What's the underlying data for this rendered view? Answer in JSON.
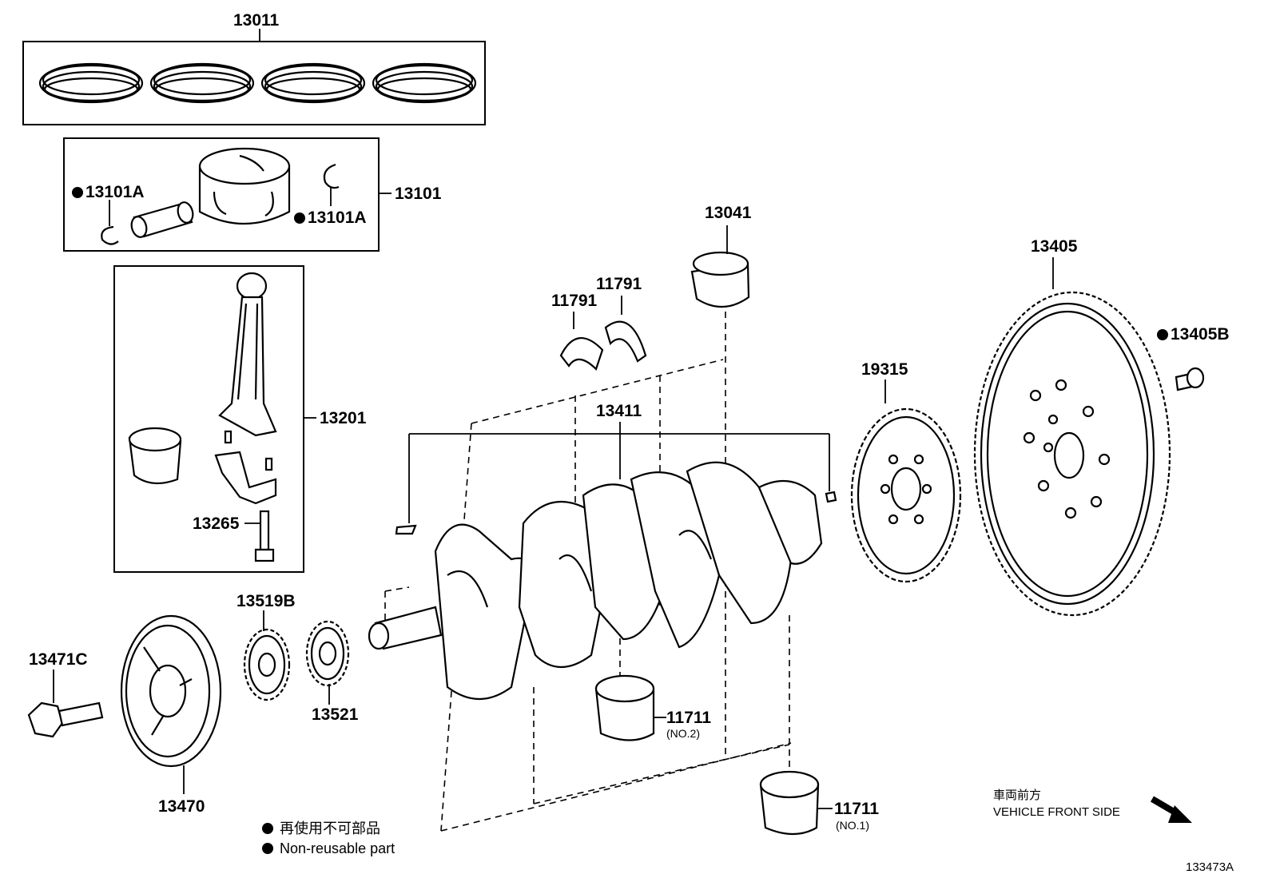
{
  "parts": {
    "piston_ring_set": "13011",
    "piston_sub_assy": "13101",
    "piston_pin_hole_snap_ring_left": "13101A",
    "piston_pin_hole_snap_ring_right": "13101A",
    "connecting_rod": "13201",
    "connecting_rod_bolt": "13265",
    "crankshaft_bearing_set": "13041",
    "thrust_washer_left": "11791",
    "thrust_washer_right": "11791",
    "crankshaft": "13411",
    "crankshaft_position_timing_rotor": "19315",
    "flywheel_sub_assy": "13405",
    "flywheel_bolt": "13405B",
    "crank_pulley_bolt": "13471C",
    "crank_pulley": "13470",
    "crank_sprocket": "13519B",
    "crank_gear_key": "13521",
    "main_bearing_no2": "11711",
    "main_bearing_no2_sub": "(NO.2)",
    "main_bearing_no1": "11711",
    "main_bearing_no1_sub": "(NO.1)"
  },
  "legend": {
    "non_reusable_jp": "再使用不可部品",
    "non_reusable_en": "Non-reusable part"
  },
  "direction": {
    "label_jp": "車両前方",
    "label_en": "VEHICLE FRONT SIDE"
  },
  "diagram_id": "133473A"
}
